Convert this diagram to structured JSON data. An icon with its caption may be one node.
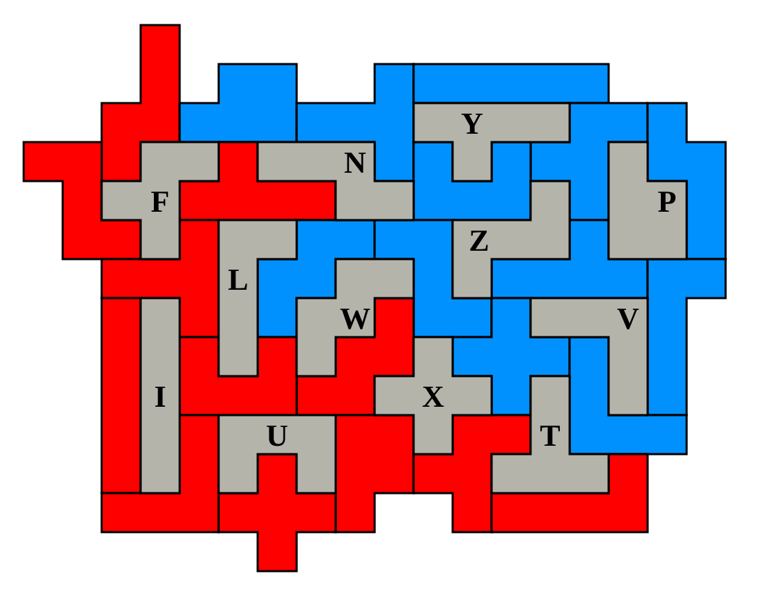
{
  "diagram": {
    "nodes": [
      {
        "text": [],
        "shape": "pentomino"
      },
      {
        "text": [],
        "shape": "pentomino"
      },
      {
        "text": [],
        "shape": "pentomino"
      },
      {
        "text": [],
        "shape": "pentomino"
      },
      {
        "text": [
          "Y"
        ]
      },
      {
        "text": [],
        "shape": "pentomino"
      },
      {
        "text": [],
        "shape": "pentomino"
      },
      {
        "text": [],
        "shape": "pentomino"
      },
      {
        "text": [
          "F"
        ]
      },
      {
        "text": [],
        "shape": "pentomino"
      },
      {
        "text": [
          "N"
        ]
      },
      {
        "text": [],
        "shape": "pentomino"
      },
      {
        "text": [
          "P"
        ]
      },
      {
        "text": [
          "Z"
        ]
      },
      {
        "text": [],
        "shape": "pentomino"
      },
      {
        "text": [
          "L"
        ]
      },
      {
        "text": [],
        "shape": "pentomino"
      },
      {
        "text": [],
        "shape": "pentomino"
      },
      {
        "text": [],
        "shape": "pentomino"
      },
      {
        "text": [
          "W"
        ]
      },
      {
        "text": [],
        "shape": "pentomino"
      },
      {
        "text": [],
        "shape": "pentomino"
      },
      {
        "text": [
          "I"
        ]
      },
      {
        "text": [],
        "shape": "pentomino"
      },
      {
        "text": [],
        "shape": "pentomino"
      },
      {
        "text": [
          "V"
        ]
      },
      {
        "text": [],
        "shape": "pentomino"
      },
      {
        "text": [
          "X"
        ]
      },
      {
        "text": [],
        "shape": "pentomino"
      },
      {
        "text": [
          "T"
        ]
      },
      {
        "text": [],
        "shape": "pentomino"
      },
      {
        "text": [
          "U"
        ]
      },
      {
        "text": [],
        "shape": "pentomino"
      },
      {
        "text": [],
        "shape": "pentomino"
      },
      {
        "text": [],
        "shape": "pentomino"
      },
      {
        "text": [],
        "shape": "pentomino"
      }
    ]
  }
}
